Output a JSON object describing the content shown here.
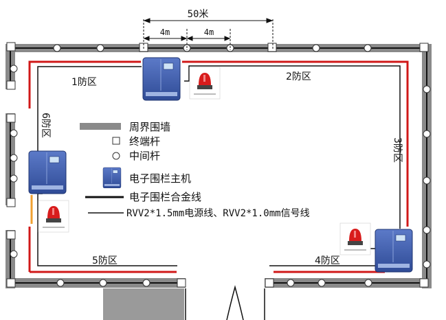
{
  "dimension": {
    "total_label": "50米",
    "seg1_label": "4m",
    "seg2_label": "4m"
  },
  "zones": {
    "z1": "1防区",
    "z2": "2防区",
    "z3": "3防区",
    "z4": "4防区",
    "z5": "5防区",
    "z6": "6防区"
  },
  "legend": {
    "wall": "周界围墙",
    "terminal_post": "终端杆",
    "middle_post": "中间杆",
    "host": "电子围栏主机",
    "alloy_wire": "电子围栏合金线",
    "cable": "RVV2*1.5mm电源线、RVV2*1.0mm信号线"
  },
  "colors": {
    "wall": "#8a8a8a",
    "fence_wire": "#111111",
    "zone_line": "#d01818",
    "orange_line": "#f0a030",
    "host_body": "#3c5aa8",
    "alarm_red": "#d81c1c"
  },
  "icons": {
    "host": "fence-host-icon",
    "alarm": "alarm-light-icon",
    "terminal": "terminal-post-icon",
    "middle": "middle-post-icon"
  }
}
